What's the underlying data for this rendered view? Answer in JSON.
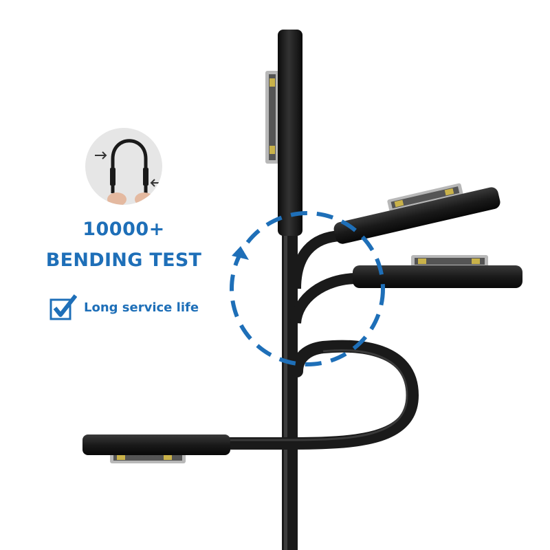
{
  "headline": {
    "count": "10000+",
    "label": "BENDING TEST"
  },
  "feature": {
    "icon": "checkbox-check-icon",
    "label": "Long service life"
  },
  "colors": {
    "accent": "#1e6fb8",
    "cable": "#151515",
    "badge_bg": "#e6e6e6",
    "connector_pad": "#5a5a5a"
  }
}
